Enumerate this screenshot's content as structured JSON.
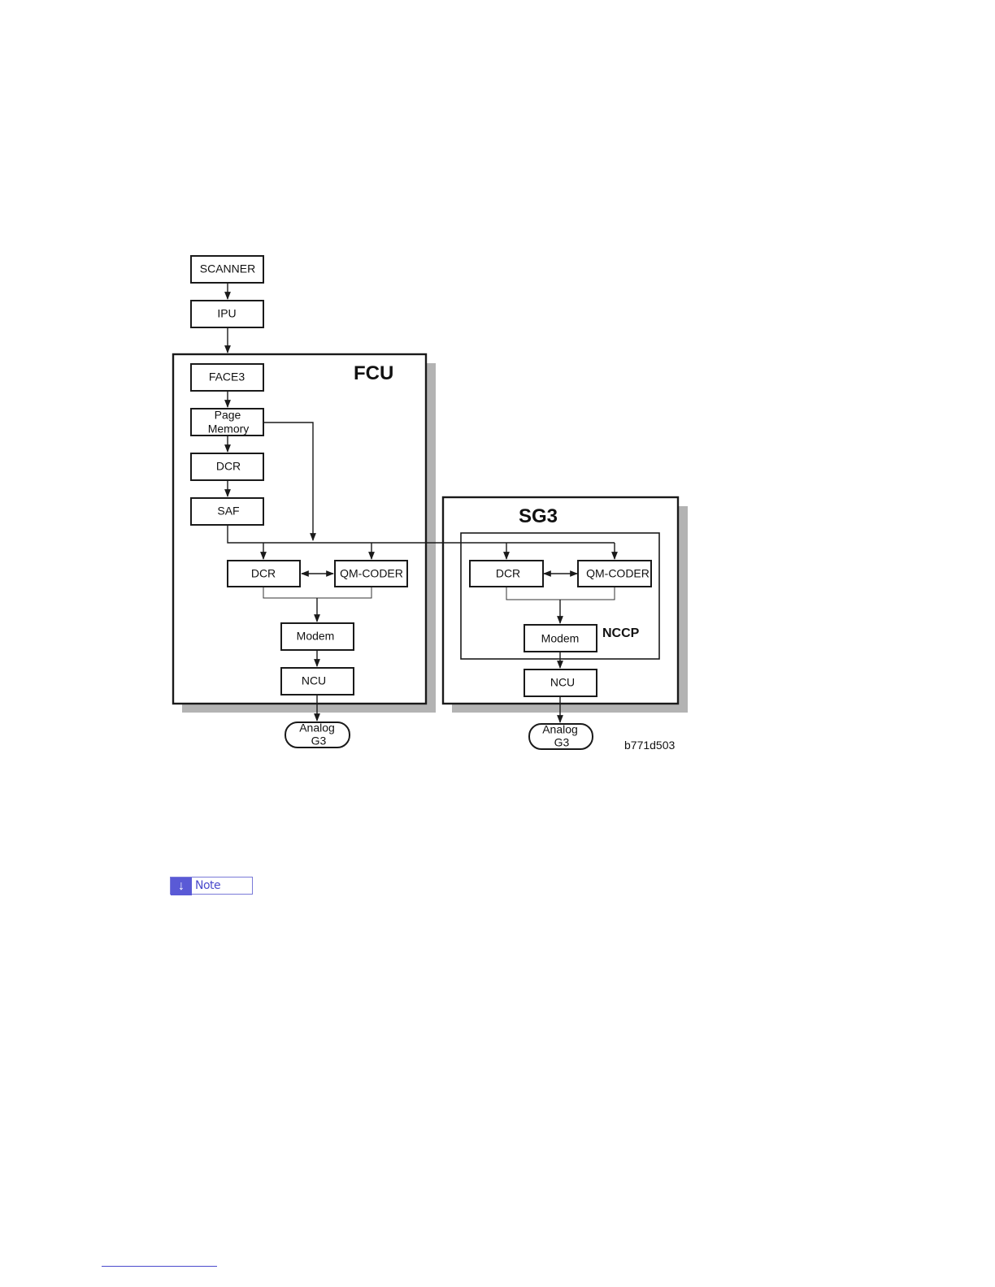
{
  "diagram": {
    "blocks": {
      "scanner": "SCANNER",
      "ipu": "IPU",
      "face3": "FACE3",
      "page_memory_line1": "Page",
      "page_memory_line2": "Memory",
      "dcr_upper": "DCR",
      "saf": "SAF",
      "fcu_dcr": "DCR",
      "fcu_qm_coder": "QM-CODER",
      "fcu_modem": "Modem",
      "fcu_ncu": "NCU",
      "sg3_dcr": "DCR",
      "sg3_qm_coder": "QM-CODER",
      "sg3_modem": "Modem",
      "sg3_ncu": "NCU"
    },
    "groups": {
      "fcu": "FCU",
      "sg3": "SG3",
      "nccp": "NCCP"
    },
    "terminals": {
      "fcu_line1": "Analog",
      "fcu_line2": "G3",
      "sg3_line1": "Analog",
      "sg3_line2": "G3"
    },
    "figure_id": "b771d503"
  },
  "note": {
    "icon": "arrow-down-icon",
    "label": "Note",
    "color": "#5a5ad6"
  }
}
